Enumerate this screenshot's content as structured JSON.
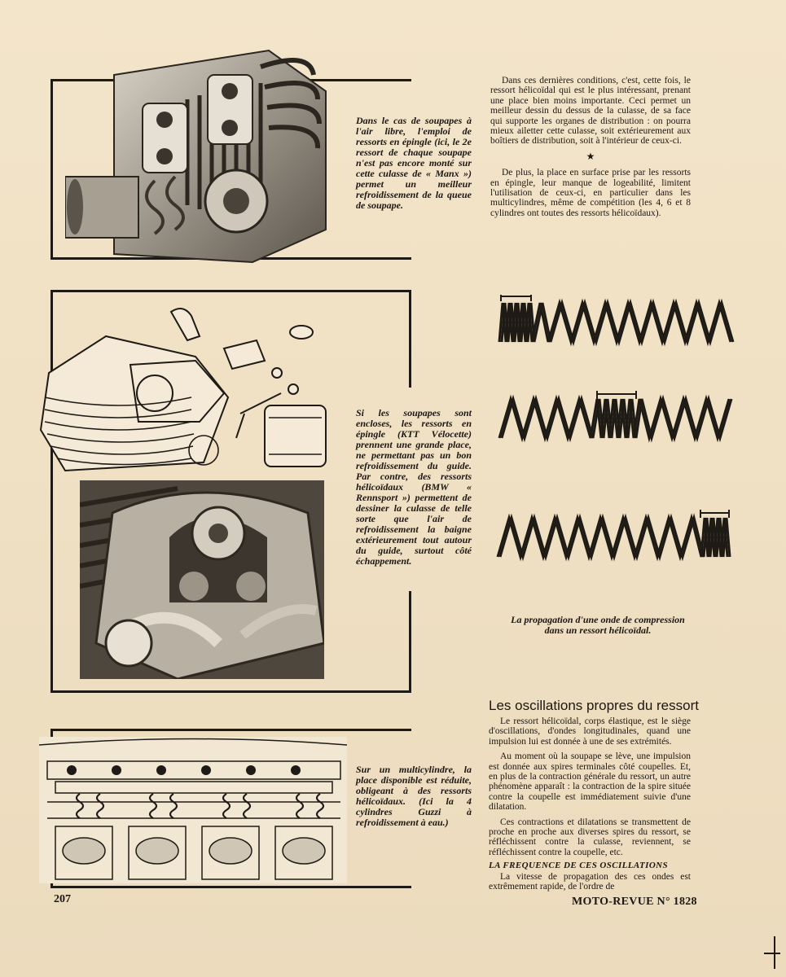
{
  "captions": {
    "top": "Dans le cas de soupapes à l'air libre, l'emploi de ressorts en épingle (ici, le 2e ressort de chaque soupape n'est pas encore monté sur cette culasse de « Manx ») permet un meilleur refroidissement de la queue de soupape.",
    "middle": "Si les soupapes sont encloses, les ressorts en épingle (KTT Vélocette) prennent une grande place, ne permettant pas un bon refroidissement du guide. Par contre, des ressorts hélicoïdaux (BMW « Rennsport ») permettent de dessiner la culasse de telle sorte que l'air de refroidissement la baigne extérieurement tout autour du guide, surtout côté échappement.",
    "bottom": "Sur un multicylindre, la place disponible est réduite, obligeant à des ressorts hélicoïdaux. (Ici la 4 cylindres Guzzi à refroidissement à eau.)",
    "springs": "La propagation d'une onde de compression dans un ressort hélicoïdal."
  },
  "column_top": {
    "p1": "Dans ces dernières conditions, c'est, cette fois, le ressort hélicoïdal qui est le plus intéressant, prenant une place bien moins importante. Ceci permet un meilleur dessin du dessus de la culasse, de sa face qui supporte les organes de distribution : on pourra mieux ailetter cette culasse, soit extérieurement aux boîtiers de distribution, soit à l'intérieur de ceux-ci.",
    "star": "★",
    "p2": "De plus, la place en surface prise par les ressorts en épingle, leur manque de logeabilité, limitent l'utilisation de ceux-ci, en particulier dans les multicylindres, même de compétition (les 4, 6 et 8 cylindres ont toutes des ressorts hélicoïdaux)."
  },
  "section": {
    "heading": "Les oscillations propres du ressort",
    "p1": "Le ressort hélicoïdal, corps élastique, est le siège d'oscillations, d'ondes longitudinales, quand une impulsion lui est donnée à une de ses extrémités.",
    "p2": "Au moment où la soupape se lève, une impulsion est donnée aux spires terminales côté coupelles. Et, en plus de la contraction générale du ressort, un autre phénomène apparaît : la contraction de la spire située contre la coupelle est immédiatement suivie d'une dilatation.",
    "p3": "Ces contractions et dilatations se transmettent de proche en proche aux diverses spires du ressort, se réfléchissent contre la culasse, reviennent, se réfléchissent contre la coupelle, etc.",
    "subheading": "LA FREQUENCE DE CES OSCILLATIONS",
    "p4": "La vitesse de propagation des ces ondes est extrêmement rapide, de l'ordre de"
  },
  "footer": {
    "page_number": "207",
    "magazine": "MOTO-REVUE N° 1828"
  },
  "icons": {
    "photo1": "cylinder-head-photo-icon",
    "drawing": "exploded-engine-drawing-icon",
    "photo2": "bmw-cylinder-head-photo-icon",
    "cutaway": "multicylinder-cutaway-drawing-icon"
  }
}
